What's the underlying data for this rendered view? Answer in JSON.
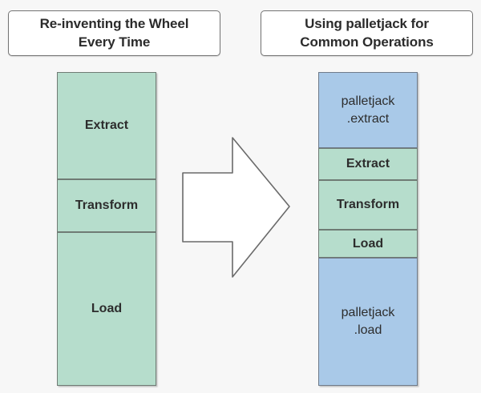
{
  "diagram": {
    "type": "comparison-flow",
    "background_color": "#f7f7f7",
    "colors": {
      "green_fill": "#b6ddcc",
      "blue_fill": "#a9c9e8",
      "box_border": "#6f7b74",
      "title_border": "#737373",
      "title_fill": "#ffffff",
      "arrow_fill": "#ffffff",
      "arrow_border": "#6a6a6a",
      "text": "#2d2d2d"
    },
    "titles": {
      "left": {
        "line1": "Re-inventing the Wheel",
        "line2": "Every Time"
      },
      "right": {
        "line1": "Using palletjack for",
        "line2": "Common Operations"
      }
    },
    "left_column": {
      "name": "manual-etl-stack",
      "blocks": [
        {
          "label": "Extract",
          "color": "green",
          "style": "bold"
        },
        {
          "label": "Transform",
          "color": "green",
          "style": "bold"
        },
        {
          "label": "Load",
          "color": "green",
          "style": "bold"
        }
      ]
    },
    "right_column": {
      "name": "palletjack-etl-stack",
      "blocks": [
        {
          "label_line1": "palletjack",
          "label_line2": ".extract",
          "color": "blue",
          "style": "regular"
        },
        {
          "label": "Extract",
          "color": "green",
          "style": "bold"
        },
        {
          "label": "Transform",
          "color": "green",
          "style": "bold"
        },
        {
          "label": "Load",
          "color": "green",
          "style": "bold"
        },
        {
          "label_line1": "palletjack",
          "label_line2": ".load",
          "color": "blue",
          "style": "regular"
        }
      ]
    },
    "arrow": {
      "name": "right-arrow",
      "direction": "right",
      "fill": "#ffffff",
      "stroke": "#6a6a6a"
    }
  }
}
